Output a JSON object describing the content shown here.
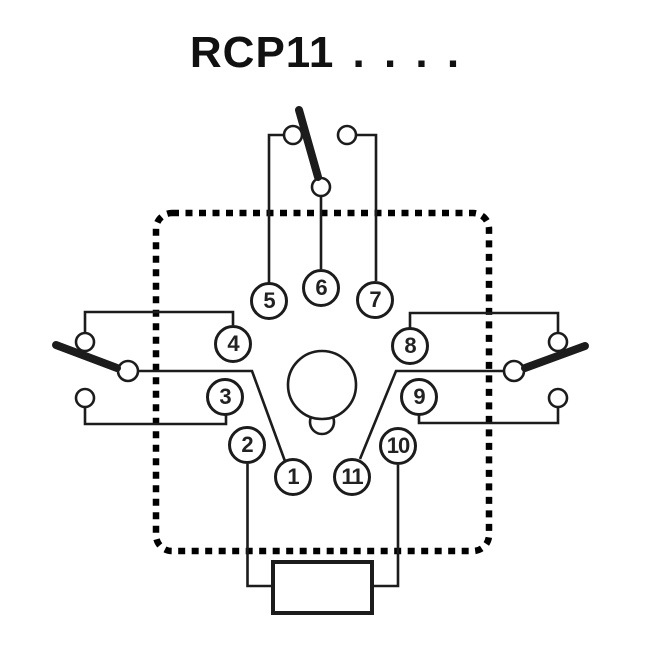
{
  "title": "RCP11 . . . .",
  "diagram": {
    "type": "relay-socket-pinout",
    "pins": [
      {
        "label": "1"
      },
      {
        "label": "2"
      },
      {
        "label": "3"
      },
      {
        "label": "4"
      },
      {
        "label": "5"
      },
      {
        "label": "6"
      },
      {
        "label": "7"
      },
      {
        "label": "8"
      },
      {
        "label": "9"
      },
      {
        "label": "10"
      },
      {
        "label": "11"
      }
    ],
    "components": {
      "top_switch": "spdt-contact",
      "left_switch": "spdt-contact",
      "right_switch": "spdt-contact",
      "coil": "relay-coil",
      "center": "socket-keyway"
    },
    "colors": {
      "line": "#1c1c1c",
      "dotted_border": "#000000",
      "background": "#ffffff"
    }
  }
}
